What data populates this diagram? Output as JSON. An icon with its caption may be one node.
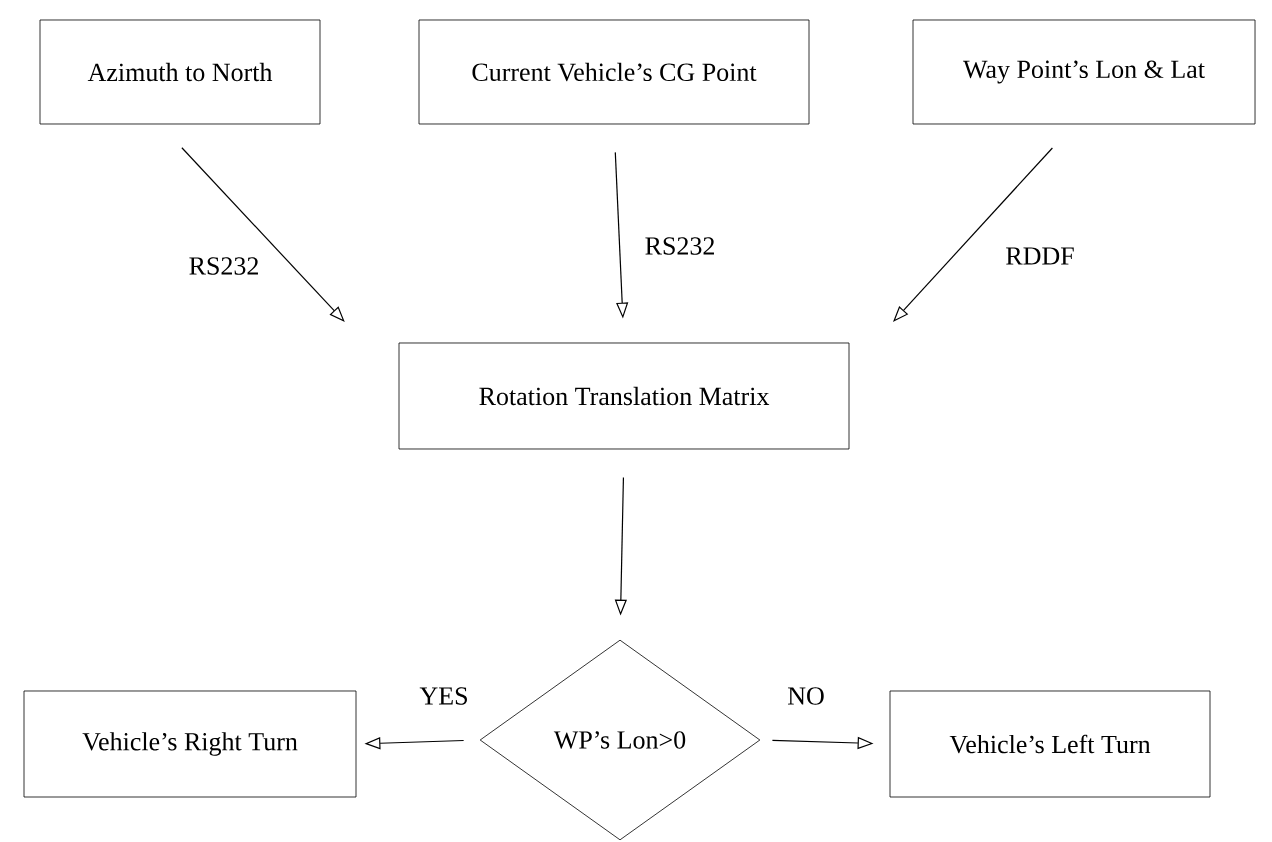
{
  "diagram": {
    "nodes": [
      {
        "text": [
          "Azimuth to North"
        ]
      },
      {
        "text": [
          "Current Vehicle’s CG Point"
        ]
      },
      {
        "text": [
          "Way Point’s Lon & Lat"
        ]
      },
      {
        "text": [
          "Rotation Translation Matrix"
        ]
      },
      {
        "text": [
          "WP’s Lon>0"
        ]
      },
      {
        "text": [
          "Vehicle’s Right Turn"
        ]
      },
      {
        "text": [
          "Vehicle’s Left Turn"
        ]
      }
    ],
    "edges": [
      {
        "from": 0,
        "to": 3,
        "arrow": "to",
        "label": "RS232"
      },
      {
        "from": 1,
        "to": 3,
        "arrow": "to",
        "label": "RS232"
      },
      {
        "from": 2,
        "to": 3,
        "arrow": "to",
        "label": "RDDF"
      },
      {
        "from": 3,
        "to": 4,
        "arrow": "to"
      },
      {
        "from": 4,
        "to": 5,
        "arrow": "to",
        "label": "YES"
      },
      {
        "from": 4,
        "to": 6,
        "arrow": "to",
        "label": "NO"
      }
    ]
  }
}
